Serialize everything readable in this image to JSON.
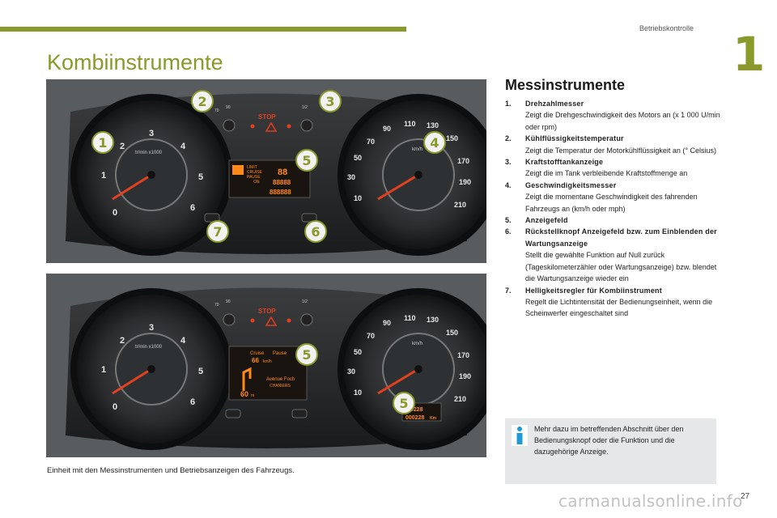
{
  "header": {
    "section": "Betriebskontrolle",
    "chapter": "1"
  },
  "page_title": "Kombiinstrumente",
  "panels": {
    "one": {
      "callouts": [
        "1",
        "2",
        "3",
        "4",
        "5",
        "6",
        "7"
      ],
      "stop": "STOP",
      "rpm_unit": "tr/min x1000",
      "speed_unit": "km/h",
      "temp_low": "70",
      "temp_high": "90",
      "fuel_low": "1/2",
      "display": {
        "limit": "LIMIT",
        "cruise": "CRUISE",
        "pause": "PAUSE",
        "on": "ON",
        "top": "88",
        "mid": "88888",
        "bottom": "888888"
      }
    },
    "two": {
      "callouts": [
        "5",
        "5"
      ],
      "stop": "STOP",
      "rpm_unit": "tr/min x1000",
      "speed_unit": "km/h",
      "temp_low": "70",
      "temp_high": "90",
      "fuel_low": "1/2",
      "nav": {
        "cruise": "Cruise",
        "pause": "Pause",
        "speed": "66",
        "speed_unit": "km/h",
        "street1": "Avenue Foch",
        "street2": "CHANIERS",
        "dist": "60",
        "dist_unit": "m"
      },
      "odo1": "00228",
      "odo2": "000228",
      "odo_unit": "Km"
    }
  },
  "caption": "Einheit mit den Messinstrumenten und Betriebsanzeigen des Fahrzeugs.",
  "right": {
    "title": "Messinstrumente",
    "items": [
      {
        "num": "1.",
        "head": "Drehzahlmesser",
        "desc": "Zeigt die Drehgeschwindigkeit des Motors an (x 1 000 U/min oder rpm)"
      },
      {
        "num": "2.",
        "head": "Kühlflüssigkeitstemperatur",
        "desc": "Zeigt die Temperatur der Motorkühlflüssigkeit an (° Celsius)"
      },
      {
        "num": "3.",
        "head": "Kraftstofftankanzeige",
        "desc": "Zeigt die im Tank verbleibende Kraftstoffmenge an"
      },
      {
        "num": "4.",
        "head": "Geschwindigkeitsmesser",
        "desc": "Zeigt die momentane Geschwindigkeit des fahrenden Fahrzeugs an (km/h oder mph)"
      },
      {
        "num": "5.",
        "head": "Anzeigefeld",
        "desc": ""
      },
      {
        "num": "6.",
        "head": "Rückstellknopf Anzeigefeld bzw. zum Einblenden der Wartungsanzeige",
        "desc": "Stellt die gewählte Funktion auf Null zurück (Tageskilometerzähler oder Wartungsanzeige) bzw. blendet die Wartungsanzeige wieder ein"
      },
      {
        "num": "7.",
        "head": "Helligkeitsregler für Kombiinstrument",
        "desc": "Regelt die Lichtintensität der Bedienungseinheit, wenn die Scheinwerfer eingeschaltet sind"
      }
    ]
  },
  "info": {
    "icon": "info-icon",
    "text": "Mehr dazu im betreffenden Abschnitt über den Bedienungsknopf oder die Funktion und die dazugehörige Anzeige."
  },
  "page_number": "27",
  "watermark": "carmanualsonline.info",
  "colors": {
    "accent": "#8a9a2a",
    "needle": "#e2401e",
    "callout": "#8a9a2a",
    "info_box": "#e6e7e8"
  }
}
